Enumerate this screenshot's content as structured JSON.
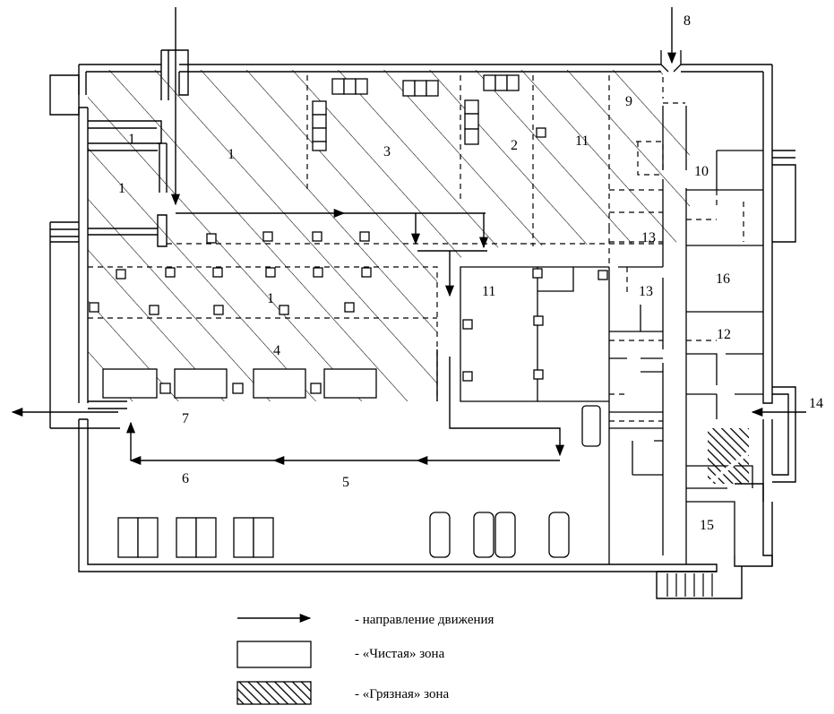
{
  "labels": {
    "l1a": "1",
    "l1b": "1",
    "l1c": "1",
    "l1d": "1",
    "l2": "2",
    "l3": "3",
    "l4": "4",
    "l5": "5",
    "l6": "6",
    "l7": "7",
    "l8": "8",
    "l9": "9",
    "l10": "10",
    "l11a": "11",
    "l11b": "11",
    "l12": "12",
    "l13a": "13",
    "l13b": "13",
    "l14": "14",
    "l15": "15",
    "l16": "16"
  },
  "legend": {
    "arrow": "- направление движения",
    "clean": "- «Чистая» зона",
    "dirty": "- «Грязная» зона"
  },
  "colors": {
    "ink": "#000000",
    "paper": "#ffffff"
  },
  "icons": {
    "arrow": "arrow-icon",
    "hatch": "hatch-pattern"
  }
}
